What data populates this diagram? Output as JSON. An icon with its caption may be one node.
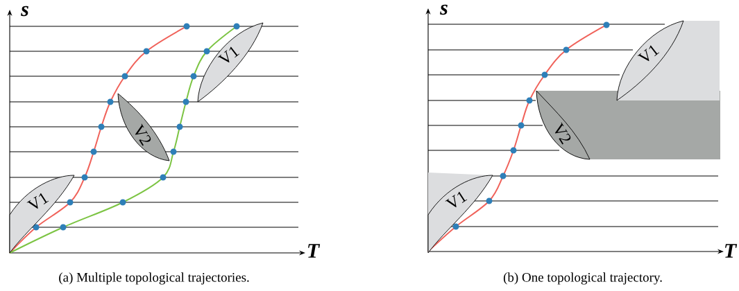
{
  "diagram": {
    "nodes": [
      {
        "text": [
          "V1"
        ]
      },
      {
        "text": [
          "V2"
        ]
      },
      {
        "text": [
          "V1"
        ]
      },
      {
        "text": [
          "V1"
        ]
      },
      {
        "text": [
          "V2"
        ]
      },
      {
        "text": [
          "V1"
        ]
      }
    ],
    "labels": [
      "s",
      "T",
      "(a) Multiple topological trajectories.",
      "s",
      "T",
      "(b) One topological trajectory."
    ]
  }
}
